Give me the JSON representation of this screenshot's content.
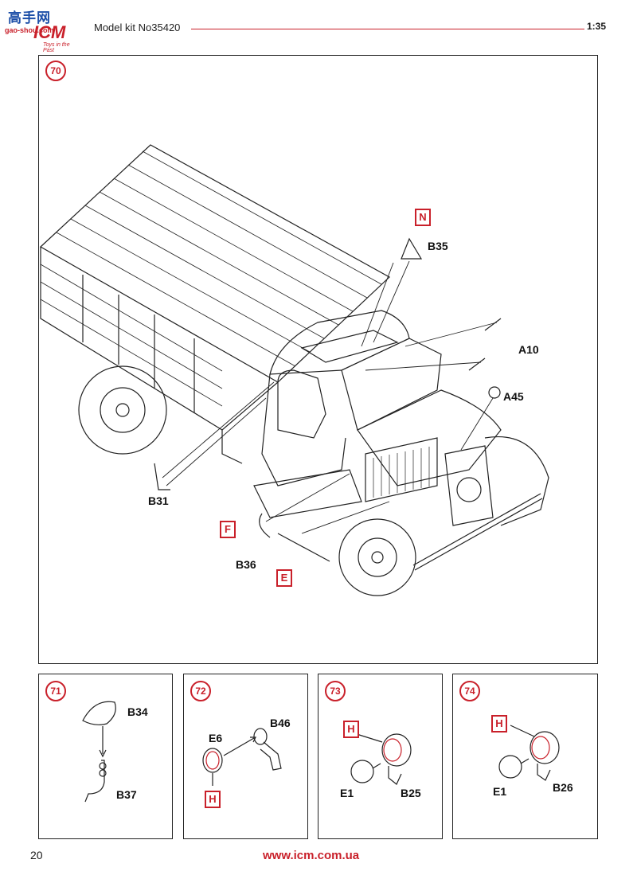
{
  "brand": {
    "cn_text": "高手网",
    "site": "gao-shou.com",
    "name": "ICM",
    "motto": "Toys in the Past"
  },
  "header": {
    "title": "Model kit No35420",
    "scale": "1:35"
  },
  "steps": {
    "s70": {
      "number": "70",
      "parts": [
        "N",
        "B35",
        "A10",
        "A45",
        "B31",
        "F",
        "B36",
        "E"
      ]
    },
    "s71": {
      "number": "71",
      "parts": [
        "B34",
        "B37"
      ]
    },
    "s72": {
      "number": "72",
      "parts": [
        "B46",
        "E6",
        "H"
      ]
    },
    "s73": {
      "number": "73",
      "parts": [
        "H",
        "E1",
        "B25"
      ]
    },
    "s74": {
      "number": "74",
      "parts": [
        "H",
        "E1",
        "B26"
      ]
    }
  },
  "footer": {
    "page": "20",
    "website": "www.icm.com.ua"
  },
  "colors": {
    "accent": "#c9202a",
    "line": "#222222"
  }
}
